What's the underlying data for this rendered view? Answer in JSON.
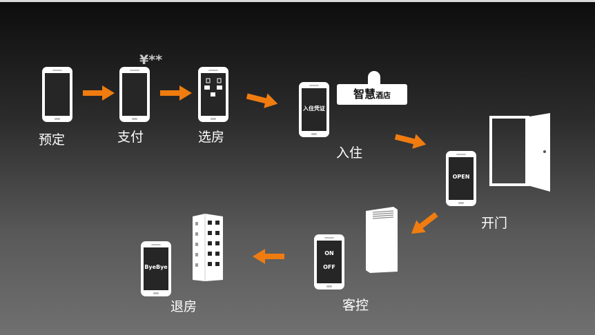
{
  "steps": [
    {
      "label": "预定"
    },
    {
      "label": "支付"
    },
    {
      "label": "选房"
    },
    {
      "label": "入住"
    },
    {
      "label": "开门"
    },
    {
      "label": "客控"
    },
    {
      "label": "退房"
    }
  ],
  "screens": {
    "checkin": "入住凭证",
    "door": "OPEN",
    "control_on": "ON",
    "control_off": "OFF",
    "checkout": "ByeBye"
  },
  "hotel_sign": {
    "big": "智慧",
    "small": "酒店"
  },
  "payment_glyph": "¥**",
  "colors": {
    "arrow": "#f07c10",
    "background_top": "#0d0d0d",
    "background_bottom": "#707070",
    "device": "#ffffff",
    "screen": "#262626"
  }
}
